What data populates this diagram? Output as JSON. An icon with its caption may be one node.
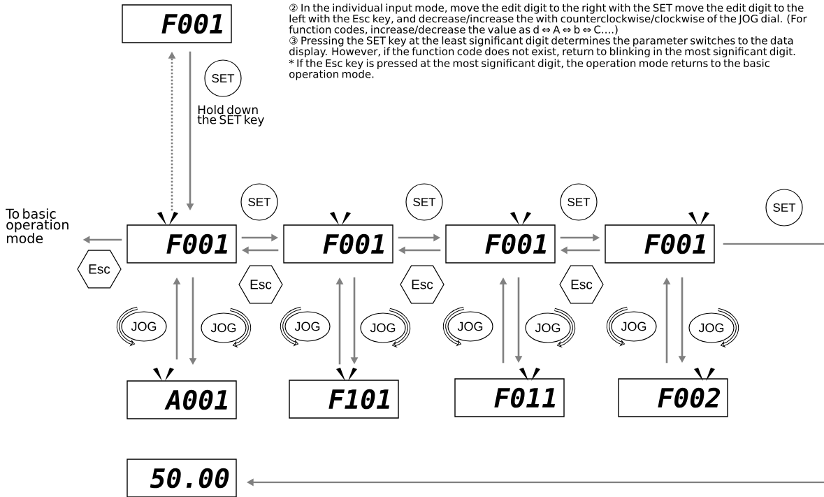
{
  "diagram": {
    "nodes": [
      {
        "text": [
          "F001"
        ]
      },
      {
        "text": [
          "F001"
        ]
      },
      {
        "text": [
          "F001"
        ]
      },
      {
        "text": [
          "F001"
        ]
      },
      {
        "text": [
          "F001"
        ]
      },
      {
        "text": [
          "A001"
        ]
      },
      {
        "text": [
          "F101"
        ]
      },
      {
        "text": [
          "F011"
        ]
      },
      {
        "text": [
          "F002"
        ]
      },
      {
        "text": [
          "50.00"
        ]
      },
      {
        "text": [
          "To basic operation mode"
        ]
      },
      {
        "text": [
          "SET"
        ]
      },
      {
        "text": [
          "SET"
        ]
      },
      {
        "text": [
          "SET"
        ]
      },
      {
        "text": [
          "SET"
        ]
      },
      {
        "text": [
          "SET"
        ]
      },
      {
        "text": [
          "Esc"
        ]
      },
      {
        "text": [
          "Esc"
        ]
      },
      {
        "text": [
          "Esc"
        ]
      },
      {
        "text": [
          "Esc"
        ]
      },
      {
        "text": [
          "JOG"
        ]
      },
      {
        "text": [
          "JOG"
        ]
      },
      {
        "text": [
          "JOG"
        ]
      },
      {
        "text": [
          "JOG"
        ]
      },
      {
        "text": [
          "JOG"
        ]
      },
      {
        "text": [
          "JOG"
        ]
      },
      {
        "text": [
          "JOG"
        ]
      },
      {
        "text": [
          "JOG"
        ]
      }
    ],
    "edges": [
      {
        "from": 1,
        "to": 0,
        "arrow": "to",
        "style": "dashed"
      },
      {
        "from": 0,
        "to": 1,
        "arrow": "to"
      },
      {
        "from": 1,
        "to": 10,
        "arrow": "to"
      },
      {
        "from": 1,
        "to": 2,
        "arrow": "to"
      },
      {
        "from": 2,
        "to": 1,
        "arrow": "to"
      },
      {
        "from": 2,
        "to": 3,
        "arrow": "to"
      },
      {
        "from": 3,
        "to": 2,
        "arrow": "to"
      },
      {
        "from": 3,
        "to": 4,
        "arrow": "to"
      },
      {
        "from": 4,
        "to": 3,
        "arrow": "to"
      },
      {
        "from": 5,
        "to": 1,
        "arrow": "to"
      },
      {
        "from": 1,
        "to": 5,
        "arrow": "to"
      },
      {
        "from": 6,
        "to": 2,
        "arrow": "to"
      },
      {
        "from": 2,
        "to": 6,
        "arrow": "to"
      },
      {
        "from": 7,
        "to": 3,
        "arrow": "to"
      },
      {
        "from": 3,
        "to": 7,
        "arrow": "to"
      },
      {
        "from": 8,
        "to": 4,
        "arrow": "to"
      },
      {
        "from": 4,
        "to": 8,
        "arrow": "to"
      },
      {
        "from": 4,
        "to": null,
        "arrow": "none"
      },
      {
        "from": null,
        "to": 9,
        "arrow": "to"
      }
    ],
    "labels": [
      "② In the individual input mode, move the edit digit to the right with the SET move the edit digit to the left with the Esc key, and decrease/increase the with counterclockwise/clockwise of the JOG dial. (For function codes, increase/decrease the value as d ⇔ A ⇔ b ⇔ C....)",
      "③ Pressing the SET key at the least significant digit determines the parameter switches to the data display. However, if the function code does not exist, return to blinking in the most significant digit.",
      "* If the Esc key is pressed at the most significant digit, the operation mode returns to the basic operation mode.",
      "Hold down the SET key"
    ]
  }
}
